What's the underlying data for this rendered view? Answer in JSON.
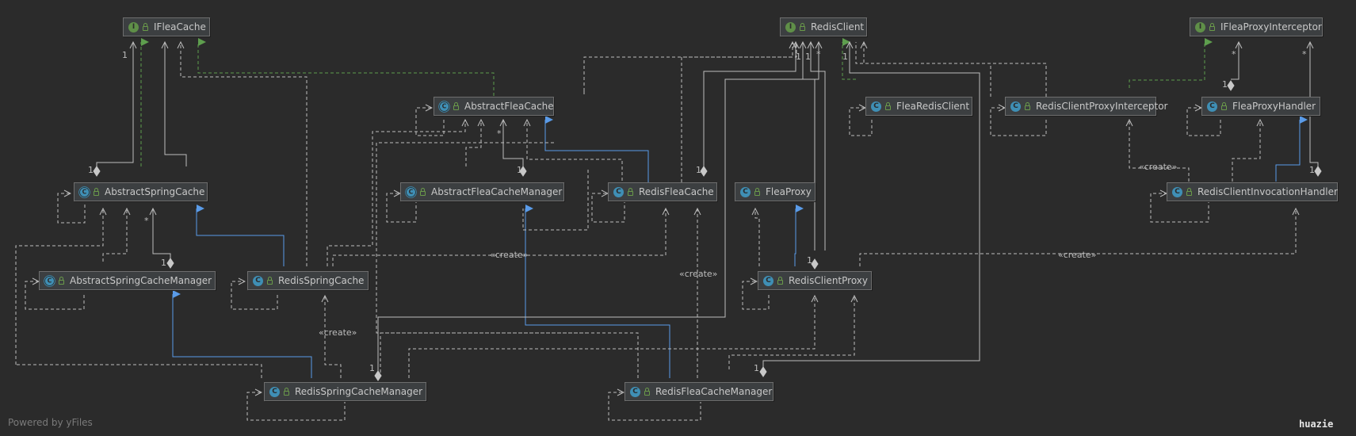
{
  "nodes": {
    "ifleacache": {
      "name": "IFleaCache",
      "kind": "I"
    },
    "redisclient": {
      "name": "RedisClient",
      "kind": "I"
    },
    "ifleaproxyinterceptor": {
      "name": "IFleaProxyInterceptor",
      "kind": "I"
    },
    "abstractfleacache": {
      "name": "AbstractFleaCache",
      "kind": "A"
    },
    "flearedisclient": {
      "name": "FleaRedisClient",
      "kind": "C"
    },
    "redisclientproxyinterceptor": {
      "name": "RedisClientProxyInterceptor",
      "kind": "C"
    },
    "fleaproxyhandler": {
      "name": "FleaProxyHandler",
      "kind": "C"
    },
    "abstractspringcache": {
      "name": "AbstractSpringCache",
      "kind": "A"
    },
    "abstractfleacachemanager": {
      "name": "AbstractFleaCacheManager",
      "kind": "A"
    },
    "redisfleacache": {
      "name": "RedisFleaCache",
      "kind": "C"
    },
    "fleaproxy": {
      "name": "FleaProxy",
      "kind": "C"
    },
    "redisclientinvocationhandler": {
      "name": "RedisClientInvocationHandler",
      "kind": "C"
    },
    "abstractspringcachemanager": {
      "name": "AbstractSpringCacheManager",
      "kind": "A"
    },
    "redisspringcache": {
      "name": "RedisSpringCache",
      "kind": "C"
    },
    "redisclientproxy": {
      "name": "RedisClientProxy",
      "kind": "C"
    },
    "redisspringcachemanager": {
      "name": "RedisSpringCacheManager",
      "kind": "C"
    },
    "redisfleacachemanager": {
      "name": "RedisFleaCacheManager",
      "kind": "C"
    }
  },
  "labels": {
    "create": "«create»",
    "one": "1",
    "many": "*"
  },
  "footer": {
    "powered_by": "Powered by yFiles",
    "author": "huazie"
  },
  "colors": {
    "background": "#2b2b2b",
    "node_fill": "#3c3f41",
    "dependency_line": "#bdbdbd",
    "realization_line": "#5e9e4e",
    "generalization_line": "#5a9be8"
  }
}
